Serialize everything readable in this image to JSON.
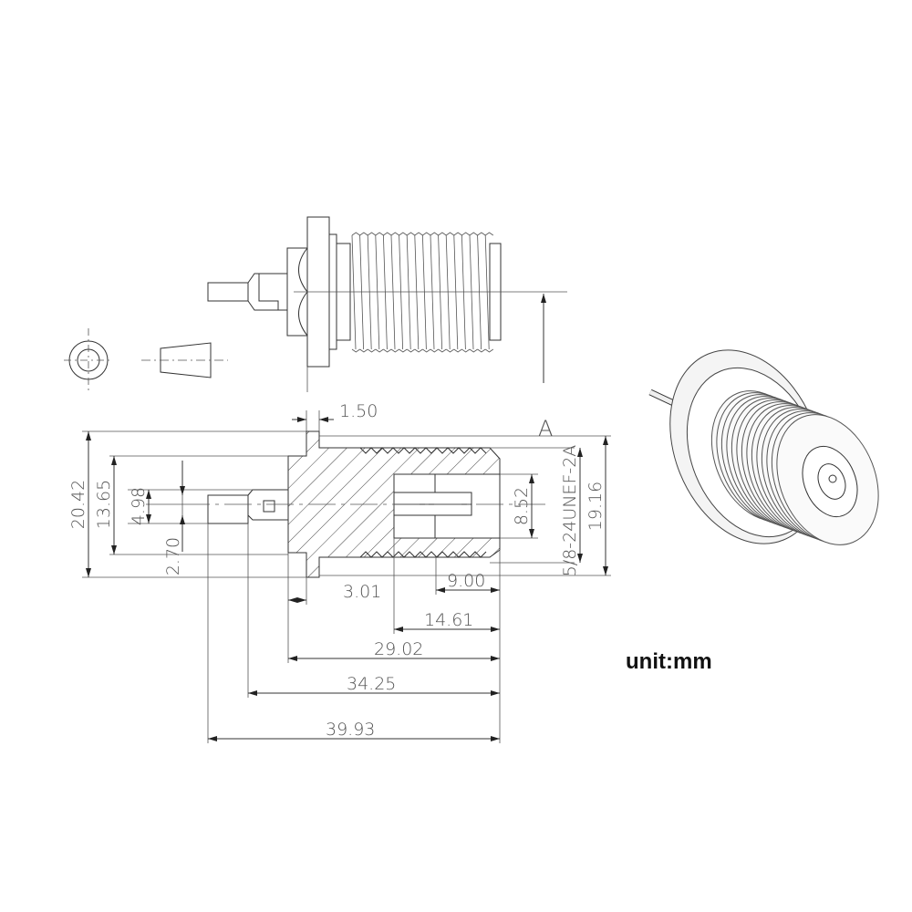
{
  "dimensions": {
    "flange_thickness": "1.50",
    "overall_height": "20.42",
    "hex_height": "13.65",
    "pin_shoulder_dia": "4.98",
    "pin_dia": "2.70",
    "nut_length": "3.01",
    "thread_depth": "9.00",
    "bore_length": "14.61",
    "body_length": "29.02",
    "length_to_pin": "34.25",
    "overall_length": "39.93",
    "bore_dia": "8.52",
    "flange_dia": "19.16"
  },
  "thread_spec": "5/8-24UNEF-2A",
  "section_label": "A",
  "unit_label": "unit:mm"
}
